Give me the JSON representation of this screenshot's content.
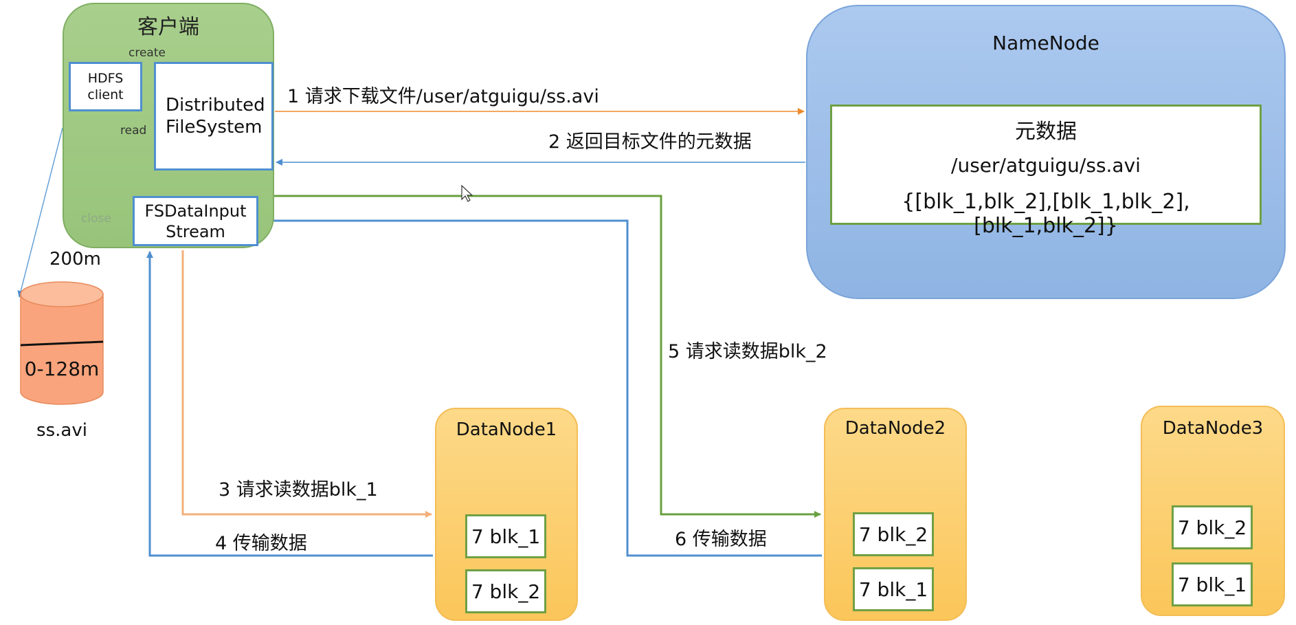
{
  "client": {
    "title": "客户端",
    "hdfs_client": "HDFS client",
    "distributed_fs": "Distributed FileSystem",
    "fs_data_input_stream": "FSDataInputStream",
    "label_create": "create",
    "label_read": "read",
    "label_close": "close"
  },
  "local_file": {
    "top_label": "200m",
    "range": "0-128m",
    "name": "ss.avi"
  },
  "namenode": {
    "title": "NameNode",
    "meta_title": "元数据",
    "meta_path": "/user/atguigu/ss.avi",
    "meta_blocks": "{[blk_1,blk_2],[blk_1,blk_2],[blk_1,blk_2]}"
  },
  "datanodes": [
    {
      "title": "DataNode1",
      "blocks": [
        "7 blk_1",
        "7 blk_2"
      ]
    },
    {
      "title": "DataNode2",
      "blocks": [
        "7 blk_2",
        "7 blk_1"
      ]
    },
    {
      "title": "DataNode3",
      "blocks": [
        "7 blk_2",
        "7 blk_1"
      ]
    }
  ],
  "steps": {
    "s1": "1 请求下载文件/user/atguigu/ss.avi",
    "s2": "2 返回目标文件的元数据",
    "s3": "3 请求读数据blk_1",
    "s4": "4 传输数据",
    "s5": "5 请求读数据blk_2",
    "s6": "6 传输数据"
  },
  "colors": {
    "orange_arrow": "#f4a04a",
    "light_orange_arrow": "#f6b887",
    "blue_arrow": "#5a9bd5",
    "green_arrow": "#70a844"
  }
}
